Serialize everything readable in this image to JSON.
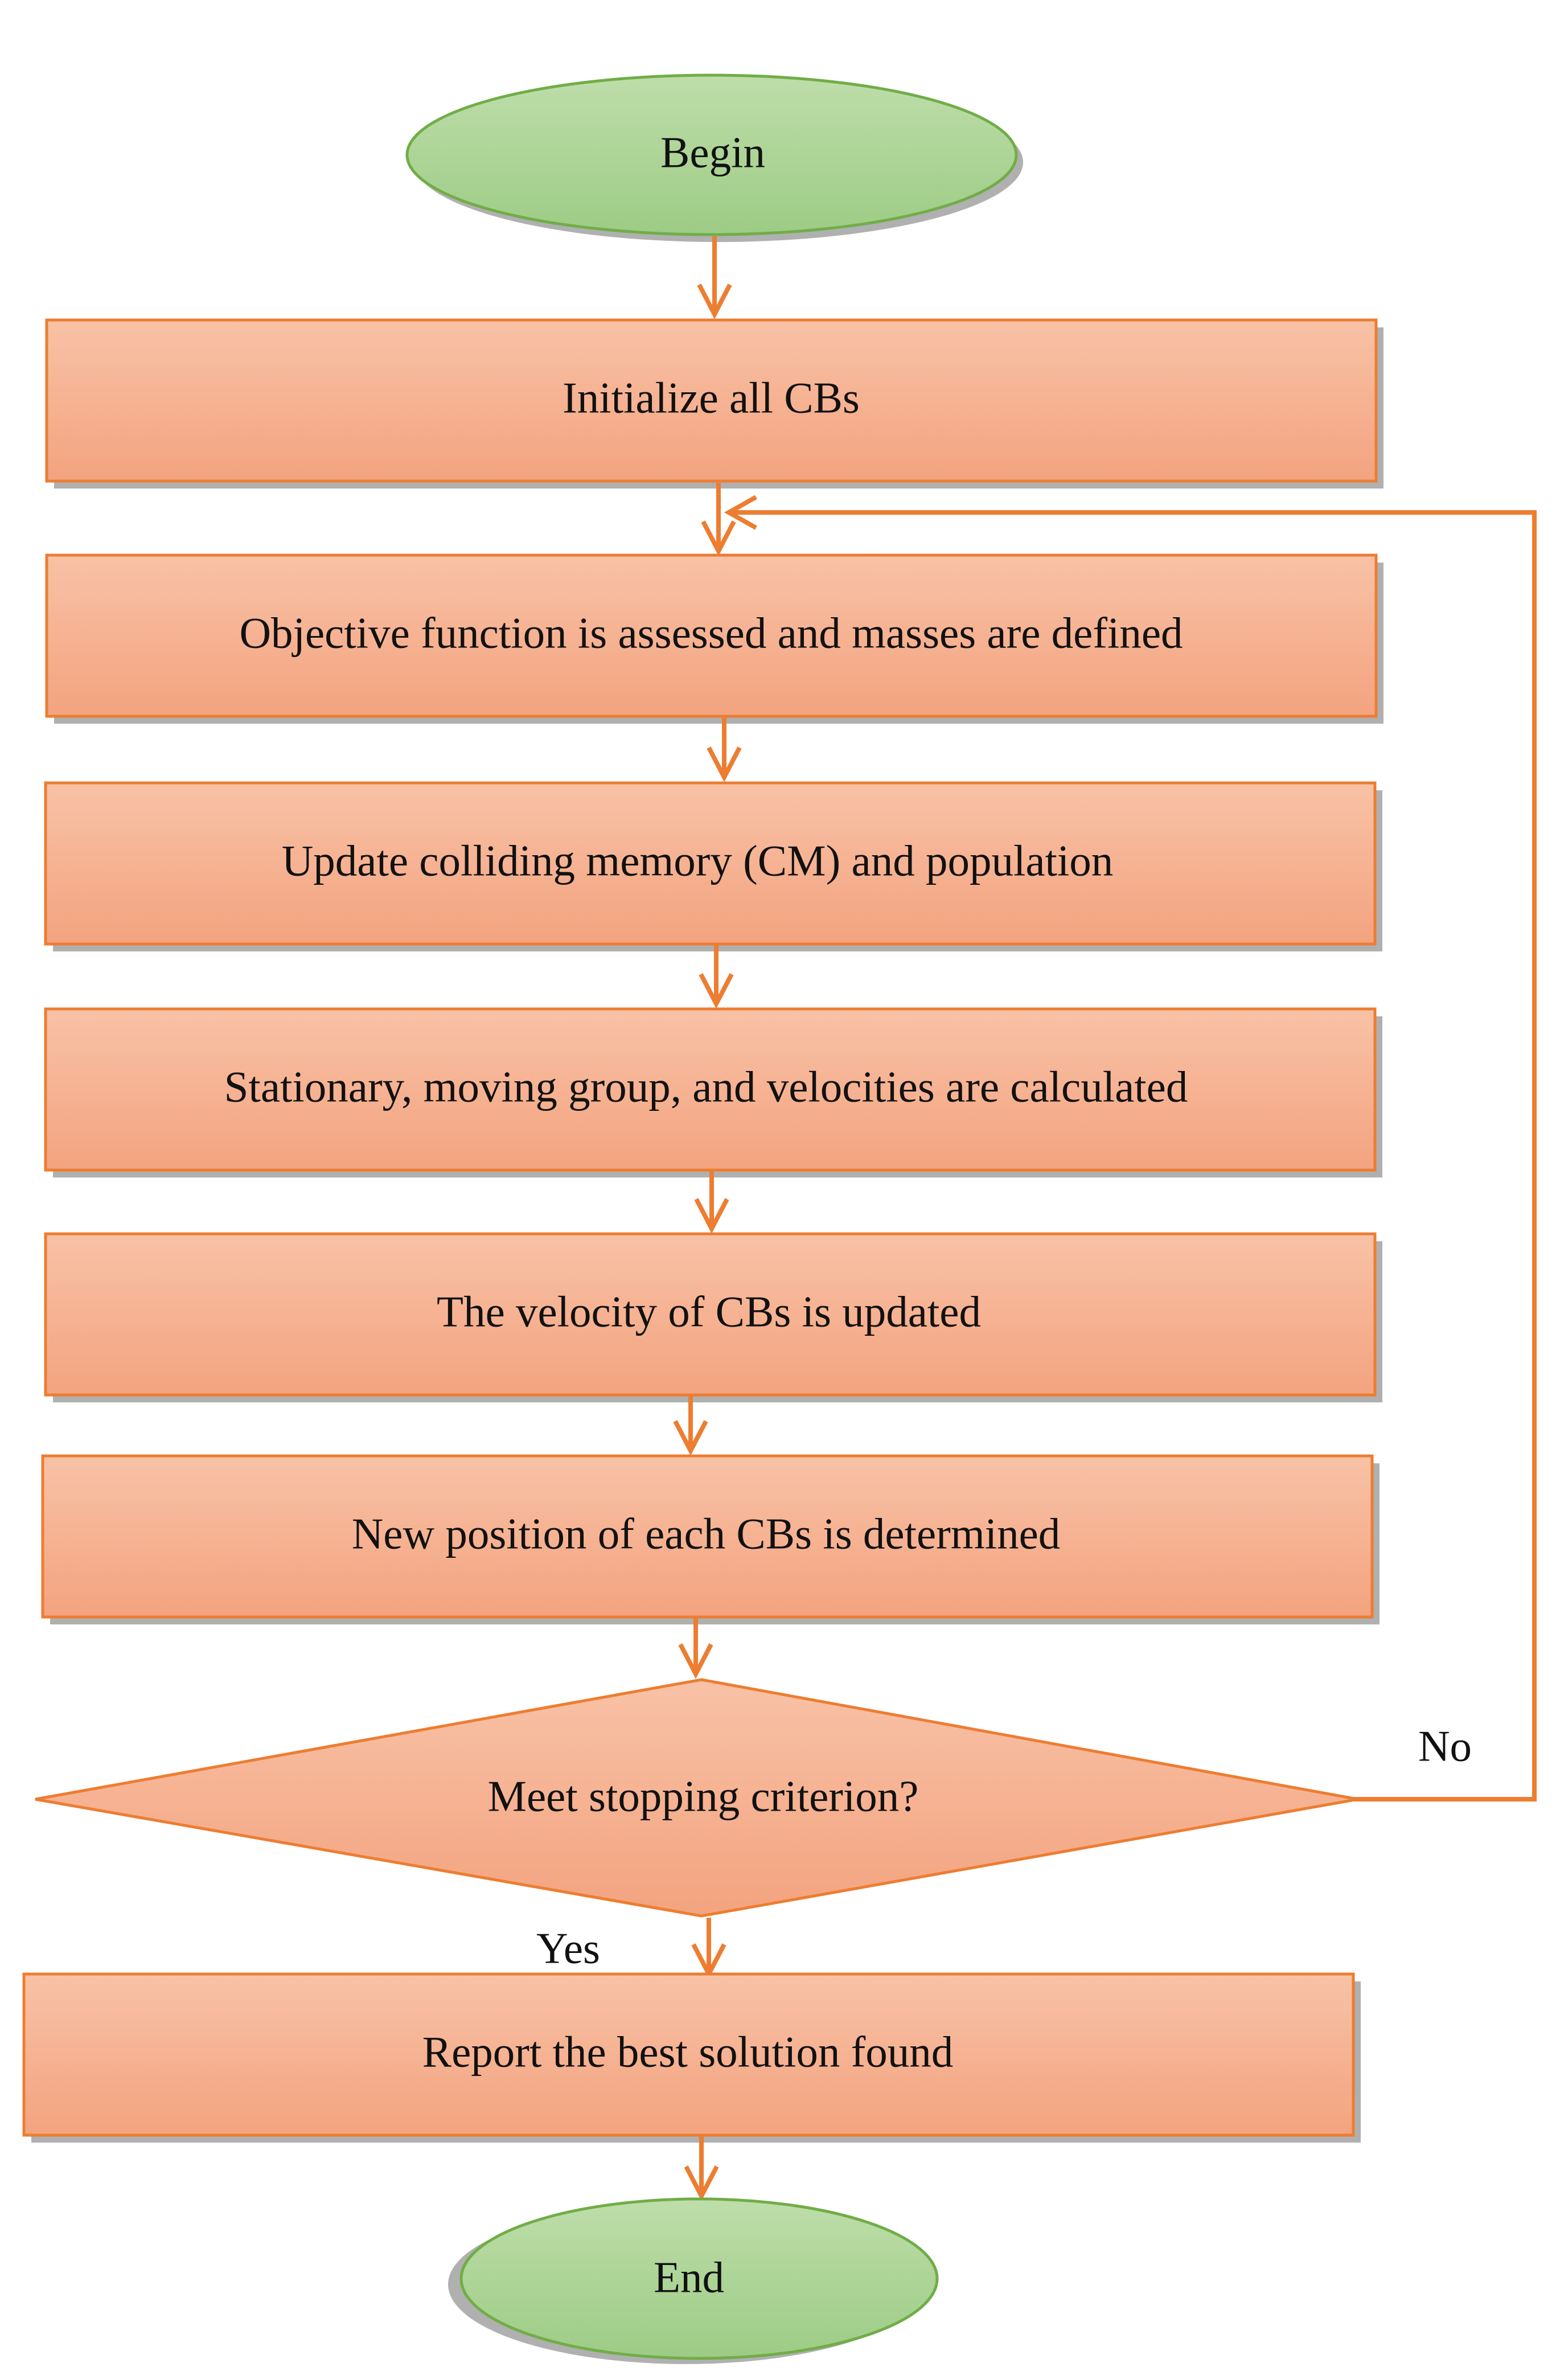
{
  "diagram": {
    "colors": {
      "edge": "#ED7D31",
      "process_fill_top": "#F8C2A6",
      "process_fill_bottom": "#F3A37F",
      "process_stroke": "#ED7D31",
      "terminal_fill_top": "#BEDDAA",
      "terminal_fill_bottom": "#9DCC85",
      "terminal_stroke": "#70AD47",
      "shadow": "#B0B0B0"
    },
    "nodes": {
      "begin": "Begin",
      "init": "Initialize all CBs",
      "objective": "Objective function is assessed and masses are defined",
      "update_cm": "Update colliding memory (CM) and population",
      "stationary": "Stationary, moving group, and velocities are calculated",
      "velocity": "The velocity of CBs is updated",
      "position": "New position of each CBs is determined",
      "decision": "Meet stopping criterion?",
      "report": "Report the best solution found",
      "end": "End"
    },
    "edge_labels": {
      "no": "No",
      "yes": "Yes"
    }
  }
}
